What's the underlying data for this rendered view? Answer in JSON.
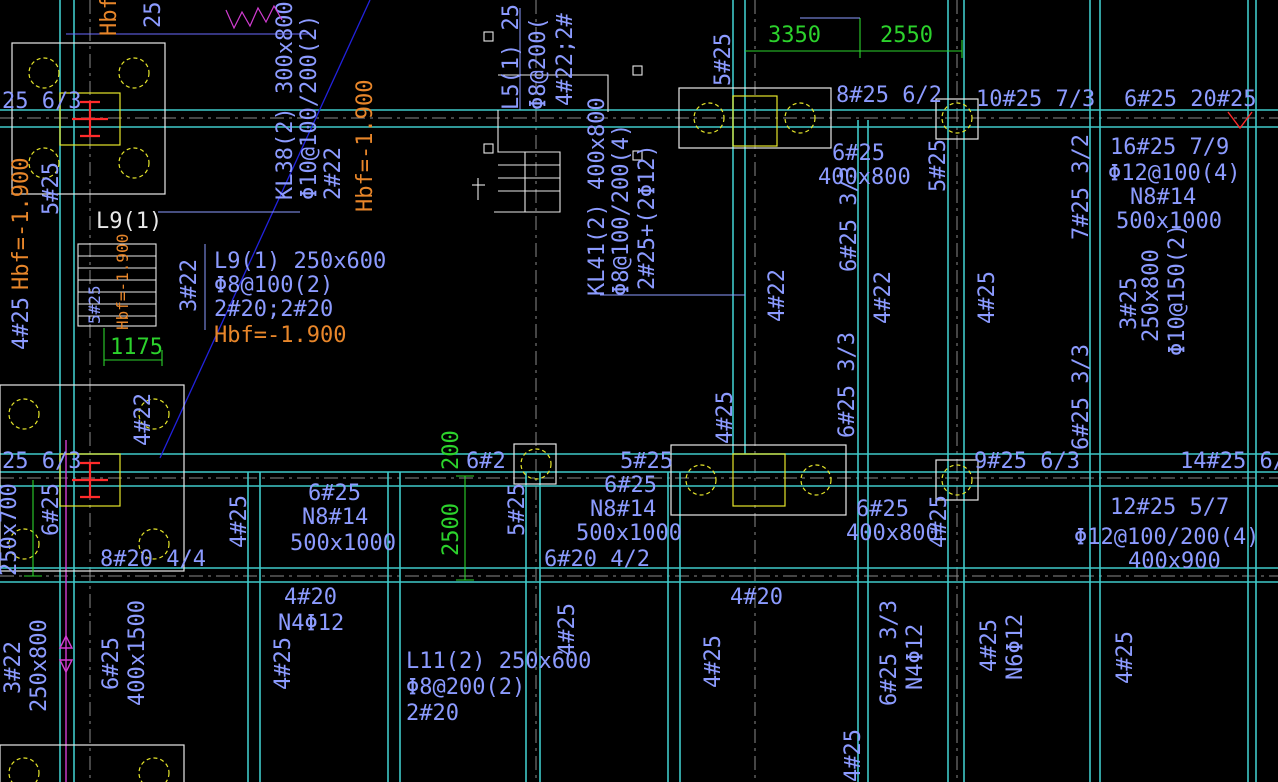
{
  "colors": {
    "background": "#000000",
    "beam": "#3fc9c9",
    "annotation_blue": "#8c9bff",
    "annotation_orange": "#e8862a",
    "annotation_magenta": "#d23cd2",
    "dimension_green": "#2cd22c",
    "column_white": "#e8e8e8",
    "column_red": "#ff2b2b",
    "column_yellow": "#e6e62a",
    "pile_circle": "#e6e62a",
    "centerline": "#8a8a8a",
    "blue_guide": "#2222dd"
  },
  "labels": {
    "a1": "25 6/3",
    "a2": "5#25",
    "a3": "Hbf=-1.900",
    "a4": "4#25",
    "a5": "L9(1)",
    "a6": "L9(1) 250x600",
    "a7": "Φ8@100(2)",
    "a8": "2#20;2#20",
    "a9": "Hbf=-1.900",
    "a10": "3#22",
    "a11": "1175",
    "a12": "KL38(2) 300x800",
    "a13": "Φ10@100/200(2)",
    "a14": "2#22",
    "a15": "Hbf=-1.900",
    "a16": "L5(1) 25",
    "a17": "Φ8@200(",
    "a18": "4#22;2#",
    "a19": "KL41(2) 400x800",
    "a20": "Φ8@100/200(4)",
    "a21": "2#25+(2Φ12)",
    "a22": "3350",
    "a23": "2550",
    "a24": "5#25",
    "a25": "8#25 6/2",
    "a26": "10#25 7/3",
    "a27": "6#25 20#25",
    "a28": "6#25",
    "a29": "400x800",
    "a30": "5#25",
    "a31": "6#25 3/3",
    "a32": "4#22",
    "a33": "4#22",
    "a34": "4#25",
    "a35": "7#25 3/2",
    "a36": "16#25 7/9",
    "a37": "Φ12@100(4)",
    "a38": "N8#14",
    "a39": "500x1000",
    "a40": "3#25",
    "a41": "250x800",
    "a42": "Φ10@150(2)",
    "a43": "6#25 3/3",
    "a44": "6#25 3/3",
    "a45": "4#25",
    "a46": "25 6/3",
    "a47": "4#22",
    "a48": "250x700",
    "a49": "6#25",
    "a50": "8#20 4/4",
    "a51": "4#25",
    "a52": "6#25",
    "a53": "N8#14",
    "a54": "500x1000",
    "a55": "200",
    "a56": "2500",
    "a57": "6#2",
    "a58": "5#25",
    "a59": "5#25",
    "a60": "6#25",
    "a61": "N8#14",
    "a62": "500x1000",
    "a63": "6#20 4/2",
    "a64": "6#25",
    "a65": "400x800",
    "a66": "4#25",
    "a67": "9#25 6/3",
    "a68": "14#25 6/",
    "a69": "12#25 5/7",
    "a70": "Φ12@100/200(4)",
    "a71": "400x900",
    "a72": "4#20",
    "a73": "N4Φ12",
    "a74": "4#25",
    "a75": "4#25",
    "a76": "L11(2) 250x600",
    "a77": "Φ8@200(2)",
    "a78": "2#20",
    "a79": "4#20",
    "a80": "4#25",
    "a81": "6#25 3/3",
    "a82": "N4Φ12",
    "a83": "4#25",
    "a84": "N6Φ12",
    "a85": "4#25",
    "a86": "3#22",
    "a87": "250x800",
    "a88": "6#25",
    "a89": "400x1500",
    "a90": "4#25",
    "a91": "25",
    "a92": "Hbf",
    "a93": "Hbf=-1.900",
    "a94": "5#25"
  }
}
